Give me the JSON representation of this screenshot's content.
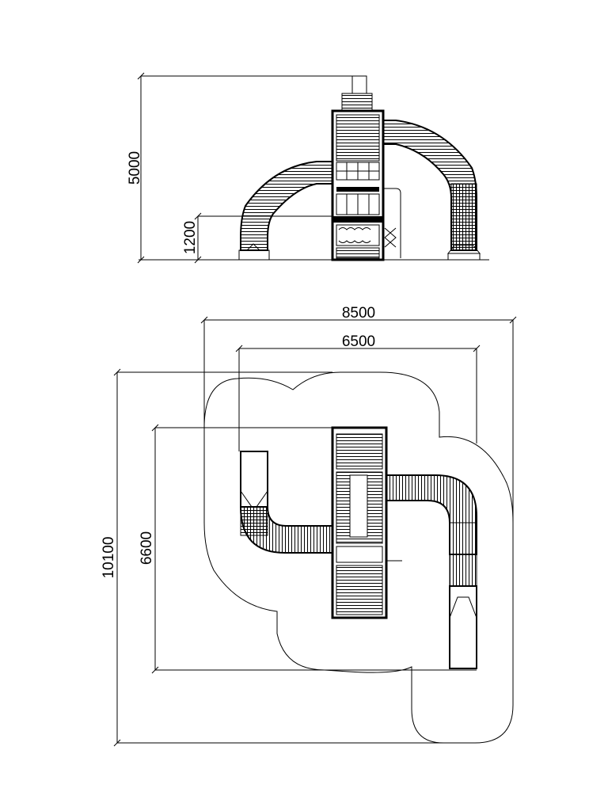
{
  "elevation_view": {
    "total_height_label": "5000",
    "platform_height_label": "1200"
  },
  "plan_view": {
    "overall_width_label": "8500",
    "equipment_width_label": "6500",
    "overall_depth_label": "10100",
    "equipment_depth_label": "6600"
  }
}
